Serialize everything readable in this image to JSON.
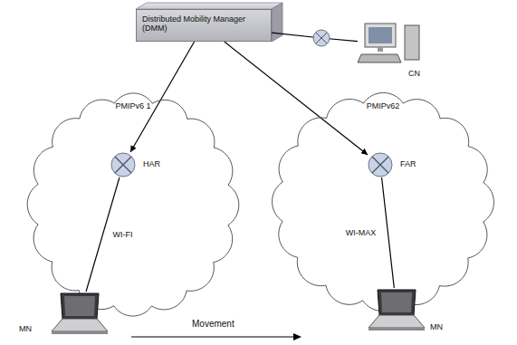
{
  "diagram": {
    "nodes": [
      {
        "text": [
          "Distributed Mobility Manager (DMM)"
        ]
      },
      {
        "text": [
          "CN"
        ]
      },
      {
        "text": [
          "PMIPv6 1"
        ]
      },
      {
        "text": [
          "HAR"
        ],
        "in": 2
      },
      {
        "text": [
          "PMIPv62"
        ]
      },
      {
        "text": [
          "FAR"
        ],
        "in": 4
      },
      {
        "text": [
          "MN"
        ]
      },
      {
        "text": [
          "MN"
        ]
      }
    ],
    "edges": [
      {
        "from": 0,
        "to": 1,
        "arrow": "none"
      },
      {
        "from": 0,
        "to": 3,
        "arrow": "to"
      },
      {
        "from": 0,
        "to": 5,
        "arrow": "to"
      },
      {
        "from": 3,
        "to": 6,
        "arrow": "none",
        "label": "WI-FI"
      },
      {
        "from": 5,
        "to": 7,
        "arrow": "none",
        "label": "WI-MAX"
      }
    ],
    "labels": [
      "Movement"
    ]
  }
}
